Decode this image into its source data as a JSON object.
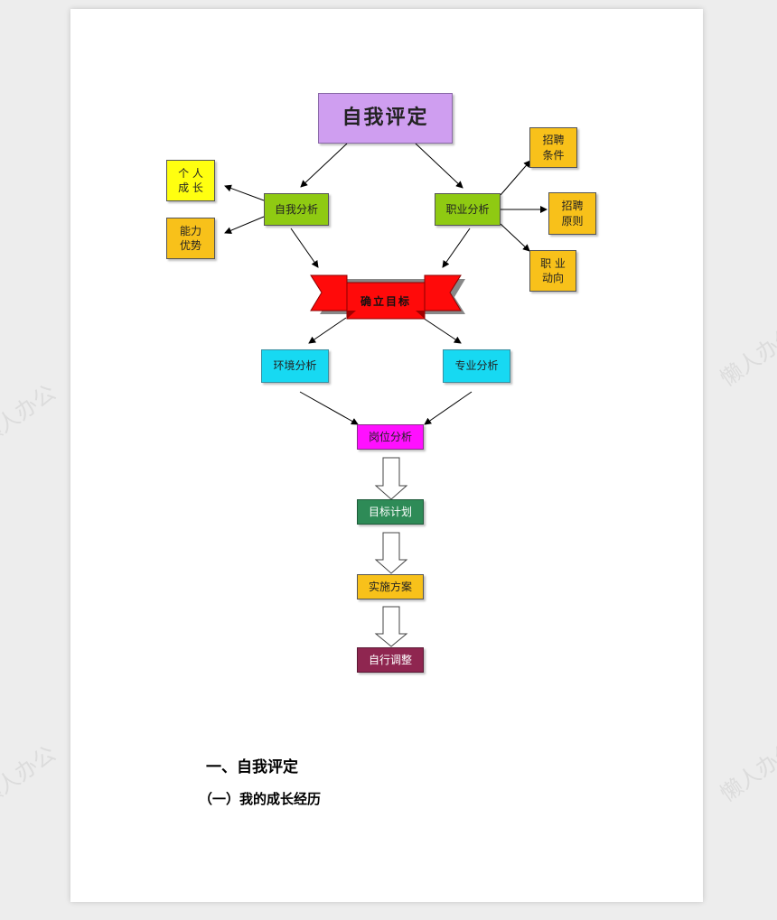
{
  "colors": {
    "root": "#cf9ef0",
    "analysis": "#8fca12",
    "factor": "#ffe11a",
    "yellow_orange": "#f8c11a",
    "goal": "#ff0a0a",
    "cyan": "#17d9f2",
    "magenta": "#ff10ff",
    "green": "#2e8b57",
    "purple": "#8f2650"
  },
  "watermark": "懒人办公",
  "diagram": {
    "root": "自我评定",
    "self_analysis": "自我分析",
    "career_analysis": "职业分析",
    "personal_growth": "个 人\n成 长",
    "ability_strength": "能力\n优势",
    "recruit_conditions": "招聘\n条件",
    "recruit_principles": "招聘\n原则",
    "career_trends": "职 业\n动向",
    "goal": "确立目标",
    "env_analysis": "环境分析",
    "major_analysis": "专业分析",
    "post_analysis": "岗位分析",
    "goal_plan": "目标计划",
    "implementation": "实施方案",
    "self_adjust": "自行调整"
  },
  "heading1": "一、自我评定",
  "heading2": "（一）我的成长经历"
}
